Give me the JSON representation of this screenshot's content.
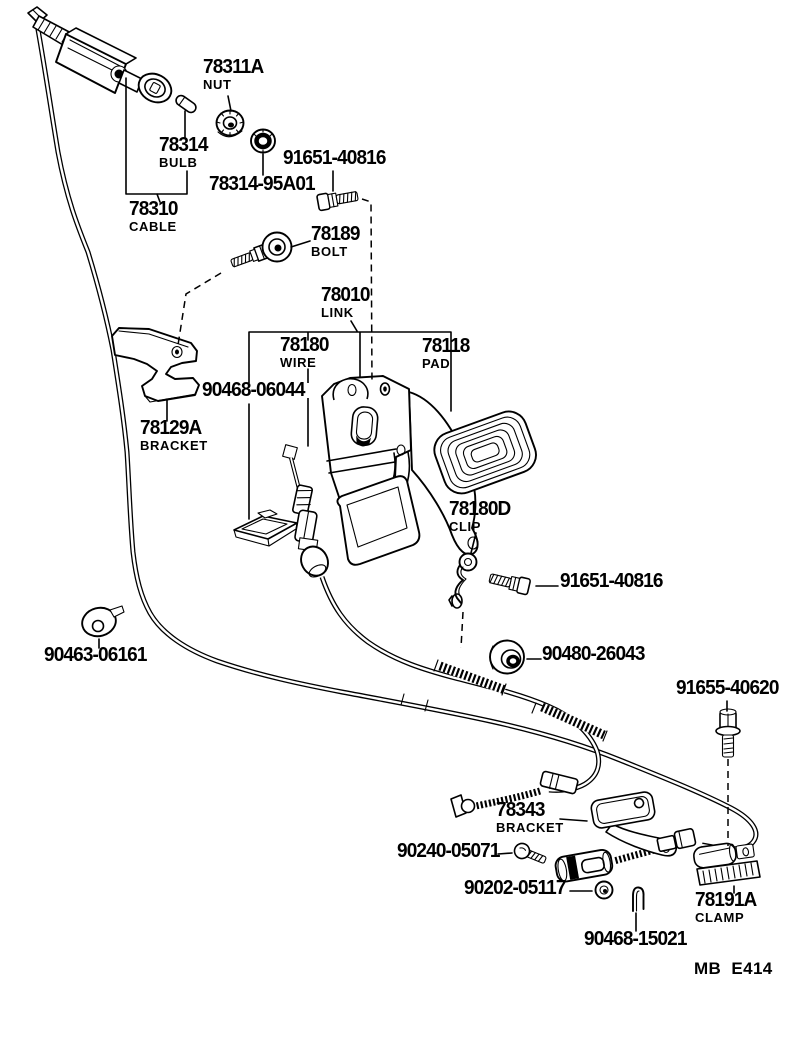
{
  "figure_code": "MB E414",
  "parts": {
    "p78311a": {
      "number": "78311A",
      "name": "NUT"
    },
    "p78314": {
      "number": "78314",
      "name": "BULB"
    },
    "p78314_95a01": {
      "number": "78314-95A01"
    },
    "p91651_top": {
      "number": "91651-40816"
    },
    "p78310": {
      "number": "78310",
      "name": "CABLE"
    },
    "p78189": {
      "number": "78189",
      "name": "BOLT"
    },
    "p78010": {
      "number": "78010",
      "name": "LINK"
    },
    "p78180": {
      "number": "78180",
      "name": "WIRE"
    },
    "p78118": {
      "number": "78118",
      "name": "PAD"
    },
    "p90468_06044": {
      "number": "90468-06044"
    },
    "p78129a": {
      "number": "78129A",
      "name": "BRACKET"
    },
    "p78180d": {
      "number": "78180D",
      "name": "CLIP"
    },
    "p91651_mid": {
      "number": "91651-40816"
    },
    "p90463_06161": {
      "number": "90463-06161"
    },
    "p90480_26043": {
      "number": "90480-26043"
    },
    "p91655_40620": {
      "number": "91655-40620"
    },
    "p78343": {
      "number": "78343",
      "name": "BRACKET"
    },
    "p90240_05071": {
      "number": "90240-05071"
    },
    "p90202_05117": {
      "number": "90202-05117"
    },
    "p78191a": {
      "number": "78191A",
      "name": "CLAMP"
    },
    "p90468_15021": {
      "number": "90468-15021"
    }
  }
}
